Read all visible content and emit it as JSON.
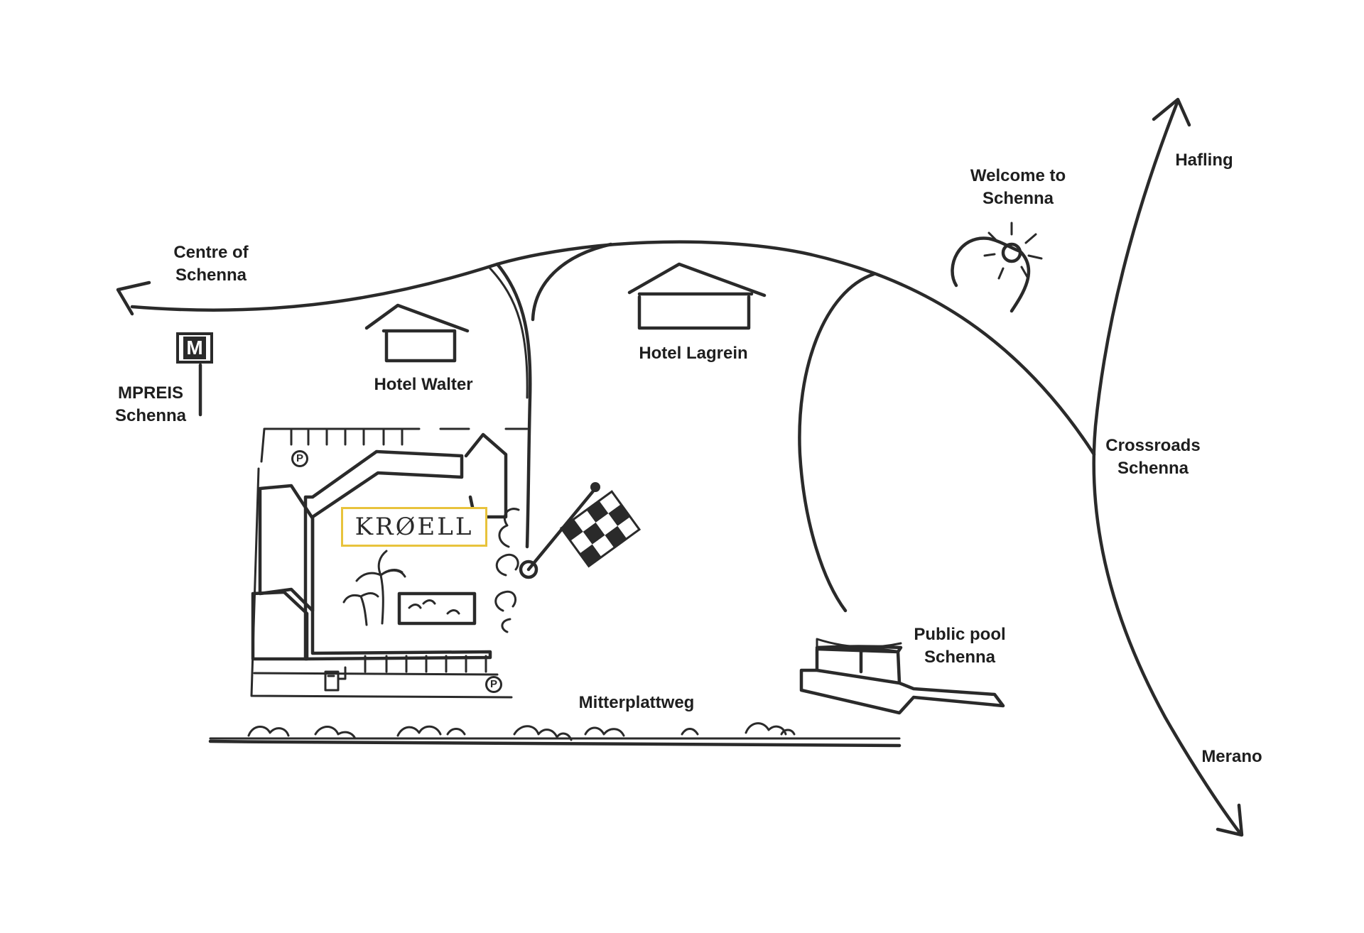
{
  "map": {
    "labels": {
      "centre_of_schenna": [
        "Centre of",
        "Schenna"
      ],
      "mpreis_schenna": [
        "MPREIS",
        "Schenna"
      ],
      "hotel_walter": "Hotel Walter",
      "hotel_lagrein": "Hotel Lagrein",
      "welcome_to_schenna": [
        "Welcome to",
        "Schenna"
      ],
      "hafling": "Hafling",
      "crossroads_schenna": [
        "Crossroads",
        "Schenna"
      ],
      "public_pool_schenna": [
        "Public pool",
        "Schenna"
      ],
      "mitterplattweg": "Mitterplattweg",
      "merano": "Merano"
    },
    "brand": {
      "name": "KRØELL",
      "border_color": "#e8c33c"
    },
    "parking_symbol": "P",
    "supermarket_sign_letter": "M",
    "icons": [
      "house-icon",
      "parking-icon",
      "supermarket-sign-icon",
      "checkered-flag-icon",
      "sun-icon",
      "palm-tree-icon",
      "pool-icon",
      "ev-charger-icon",
      "arrow-icon"
    ],
    "colors": {
      "ink": "#2a2a2a",
      "background": "#ffffff",
      "brand_accent": "#e8c33c"
    }
  }
}
